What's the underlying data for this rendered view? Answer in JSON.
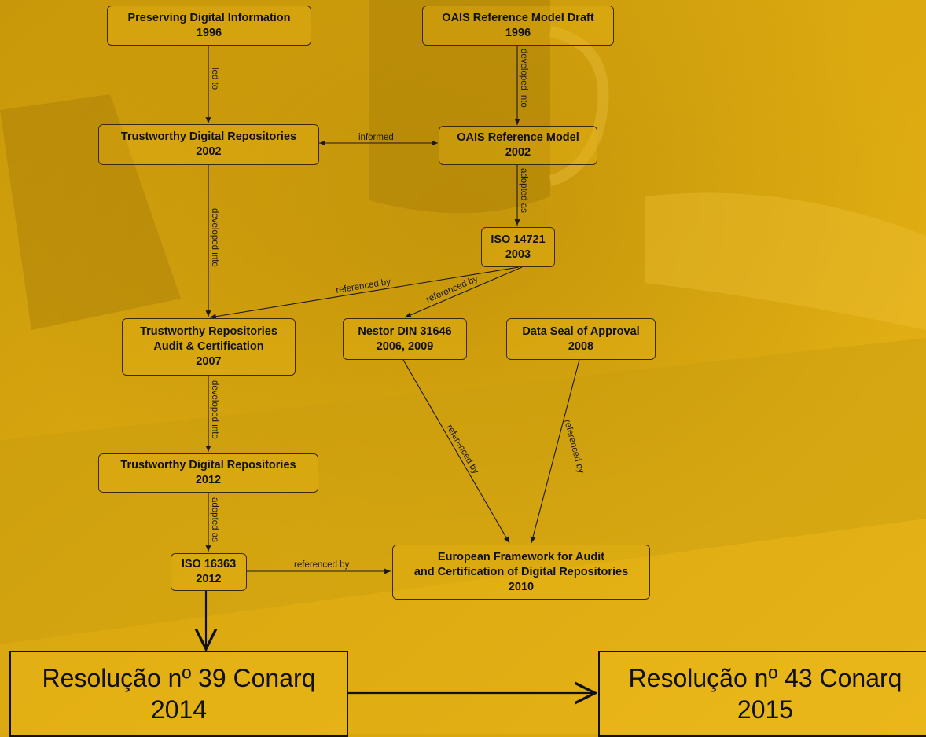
{
  "nodes": {
    "pdi": {
      "line1": "Preserving Digital Information",
      "line2": "1996"
    },
    "oais_draft": {
      "line1": "OAIS Reference Model Draft",
      "line2": "1996"
    },
    "tdr2002": {
      "line1": "Trustworthy Digital Repositories",
      "line2": "2002"
    },
    "oais2002": {
      "line1": "OAIS Reference Model",
      "line2": "2002"
    },
    "iso14721": {
      "line1": "ISO 14721",
      "line2": "2003"
    },
    "trac": {
      "line1": "Trustworthy Repositories",
      "line2": "Audit & Certification",
      "line3": "2007"
    },
    "nestor": {
      "line1": "Nestor DIN 31646",
      "line2": "2006, 2009"
    },
    "dsa": {
      "line1": "Data Seal of Approval",
      "line2": "2008"
    },
    "tdr2012": {
      "line1": "Trustworthy Digital Repositories",
      "line2": "2012"
    },
    "iso16363": {
      "line1": "ISO 16363",
      "line2": "2012"
    },
    "european": {
      "line1": "European Framework for Audit",
      "line2": "and Certification of Digital Repositories",
      "line3": "2010"
    },
    "res39": {
      "line1": "Resolução nº 39 Conarq",
      "line2": "2014"
    },
    "res43": {
      "line1": "Resolução nº 43 Conarq",
      "line2": "2015"
    }
  },
  "edges": {
    "led_to": "led to",
    "developed_into_1": "developed into",
    "informed": "informed",
    "developed_into_2": "developed into",
    "adopted_as_1": "adopted as",
    "referenced_by_1": "referenced by",
    "referenced_by_2": "referenced by",
    "developed_into_3": "developed into",
    "adopted_as_2": "adopted as",
    "referenced_by_3": "referenced by",
    "referenced_by_4": "referenced by",
    "referenced_by_5": "referenced by"
  },
  "colors": {
    "background": "#d9a70b",
    "node_border": "#3a2c00",
    "text": "#111111"
  }
}
